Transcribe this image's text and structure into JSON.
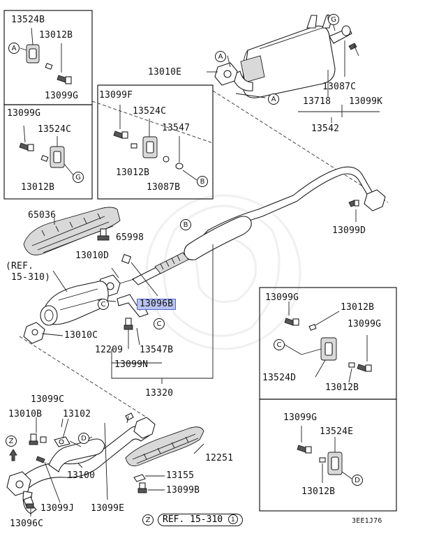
{
  "labels": {
    "p13524B": "13524B",
    "p13012B_a": "13012B",
    "p13099G_a": "13099G",
    "p13099G_b": "13099G",
    "p13524C_a": "13524C",
    "p13012B_b": "13012B",
    "p13099F": "13099F",
    "p13524C_b": "13524C",
    "p13547": "13547",
    "p13012B_c": "13012B",
    "p13087B": "13087B",
    "p13010E": "13010E",
    "p13087C": "13087C",
    "p13718": "13718",
    "p13099K": "13099K",
    "p13542": "13542",
    "p13099D": "13099D",
    "p65036": "65036",
    "p65998": "65998",
    "p13010D": "13010D",
    "ref_a1": "(REF.",
    "ref_a2": "15-310)",
    "p13096B": "13096B",
    "p13010C": "13010C",
    "p12209": "12209",
    "p13547B": "13547B",
    "p13099N": "13099N",
    "p13320": "13320",
    "p13099G_c": "13099G",
    "p13012B_d": "13012B",
    "p13099G_d": "13099G",
    "p13524D": "13524D",
    "p13012B_e": "13012B",
    "p13099G_e": "13099G",
    "p13524E": "13524E",
    "p13012B_f": "13012B",
    "p13099C": "13099C",
    "p13010B": "13010B",
    "p13102": "13102",
    "p12251": "12251",
    "p13155": "13155",
    "p13099B": "13099B",
    "p13100": "13100",
    "p13099J": "13099J",
    "p13099E": "13099E",
    "p13096C": "13096C",
    "ref_bottom": "REF. 15-310",
    "ref_bottom_num": "1",
    "diagram_code": "3EE1J76"
  },
  "callouts": {
    "A": "A",
    "B": "B",
    "C": "C",
    "D": "D",
    "G": "G",
    "Z": "Z"
  }
}
